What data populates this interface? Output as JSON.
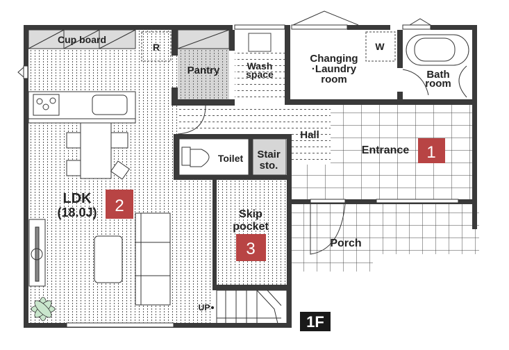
{
  "floor_label": "1F",
  "accent_color": "#b84444",
  "wall_color": "#3a3a3a",
  "rooms": {
    "cupboard": "Cup board",
    "refrigerator": "R",
    "pantry": "Pantry",
    "wash_line1": "Wash",
    "wash_line2": "space",
    "changing_line1": "Changing",
    "changing_line2": "·Laundry",
    "changing_line3": "room",
    "washer": "W",
    "bath_line1": "Bath",
    "bath_line2": "room",
    "hall": "Hall",
    "entrance": "Entrance",
    "toilet": "Toilet",
    "stair_line1": "Stair",
    "stair_line2": "sto.",
    "ldk": "LDK",
    "ldk_size": "(18.0J)",
    "skip_line1": "Skip",
    "skip_line2": "pocket",
    "porch": "Porch",
    "up": "UP"
  },
  "badges": [
    "1",
    "2",
    "3"
  ]
}
